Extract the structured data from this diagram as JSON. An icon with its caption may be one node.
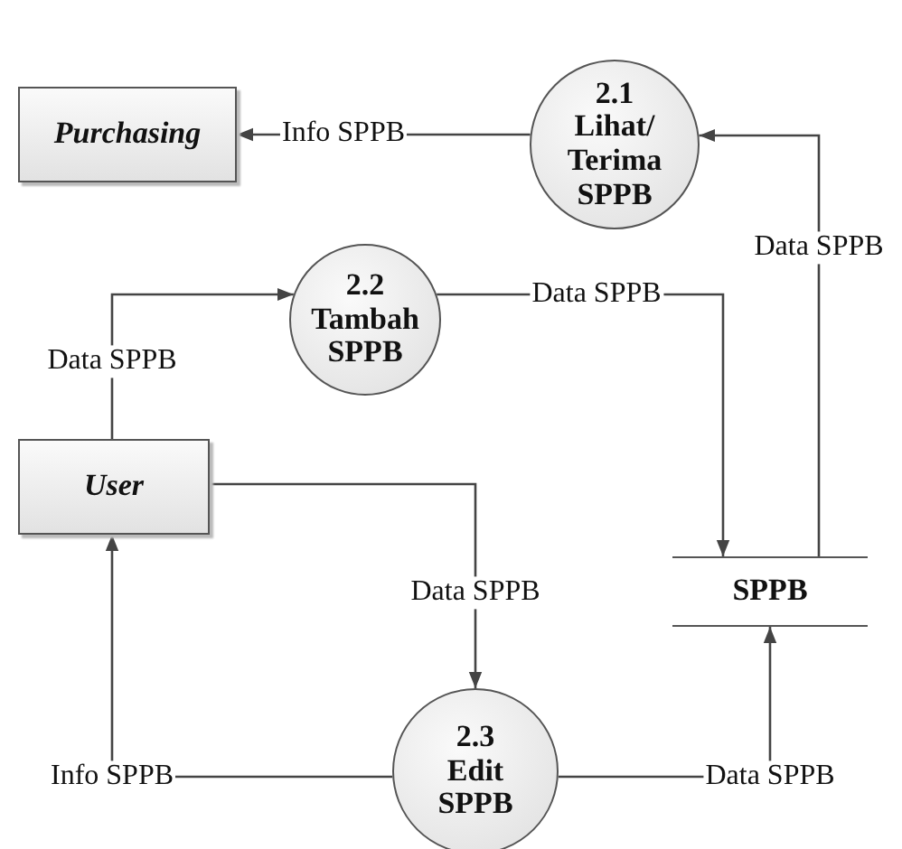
{
  "diagram": {
    "nodes": [
      {
        "text": [
          "Purchasing"
        ]
      },
      {
        "text": [
          "2.1",
          "Lihat/ Terima SPPB"
        ]
      },
      {
        "text": [
          "2.2",
          "Tambah SPPB"
        ]
      },
      {
        "text": [
          "User"
        ]
      },
      {
        "text": [
          "SPPB"
        ]
      },
      {
        "text": [
          "2.3",
          "Edit SPPB"
        ]
      }
    ],
    "edges": [
      {
        "from": 1,
        "to": 0,
        "arrow": "to",
        "label": "Info SPPB"
      },
      {
        "from": 3,
        "to": 2,
        "arrow": "to",
        "label": "Data SPPB"
      },
      {
        "from": 2,
        "to": 4,
        "arrow": "to",
        "label": "Data SPPB"
      },
      {
        "from": 4,
        "to": 1,
        "arrow": "to",
        "label": "Data SPPB"
      },
      {
        "from": 3,
        "to": 5,
        "arrow": "to",
        "label": "Data SPPB"
      },
      {
        "from": 5,
        "to": 3,
        "arrow": "to",
        "label": "Info SPPB"
      },
      {
        "from": 5,
        "to": 4,
        "arrow": "to",
        "label": "Data SPPB"
      }
    ]
  }
}
